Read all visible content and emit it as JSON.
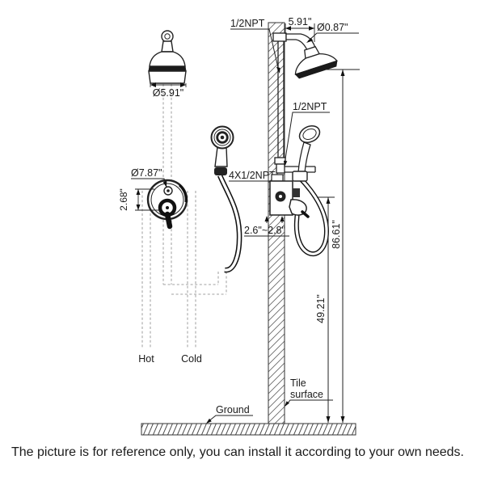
{
  "diagram": {
    "labels": {
      "npt_top": "1/2NPT",
      "dim_arm_length": "5.91\"",
      "dim_arm_dia": "Ø0.87\"",
      "dim_head_dia": "Ø5.91\"",
      "npt_outlet": "1/2NPT",
      "dim_valve_dia": "Ø7.87\"",
      "dim_valve_spacing": "2.68\"",
      "npt_connections": "4X1/2NPT",
      "dim_wall_depth": "2.6\"~2.8\"",
      "dim_total_height": "86.61\"",
      "dim_lower_height": "49.21\"",
      "hot": "Hot",
      "cold": "Cold",
      "tile_line1": "Tile",
      "tile_line2": "surface",
      "ground": "Ground"
    },
    "colors": {
      "line": "#1a1a1a",
      "hidden_pipe": "#b3b3b3",
      "background": "#ffffff"
    }
  },
  "caption": "The picture is for reference only, you can install it according to your own needs."
}
